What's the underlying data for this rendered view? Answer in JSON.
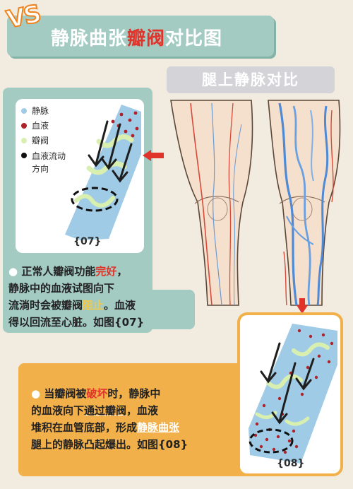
{
  "header": {
    "vs": "VS",
    "title_part1": "静脉曲张",
    "title_highlight": "瓣阀",
    "title_part2": "对比图"
  },
  "legs_label": "腿上静脉对比",
  "legend": {
    "items": [
      {
        "label": "静脉",
        "color": "#9fcbe6"
      },
      {
        "label": "血液",
        "color": "#b0222a"
      },
      {
        "label": "瓣阀",
        "color": "#d8efb0"
      },
      {
        "label": "血液流动方向",
        "color": "#111111"
      }
    ]
  },
  "figure_labels": {
    "fig07": "{07}",
    "fig08": "{08}"
  },
  "note_07": {
    "bullet": "●",
    "l1_a": "正常人瓣阀功能",
    "l1_hl": "完好",
    "l1_b": "，",
    "l2": "静脉中的血液试图向下",
    "l3_a": "流淌时会被瓣阀",
    "l3_hl": "阻止",
    "l3_b": "。血液",
    "l4": "得以回流至心脏。如图{07}"
  },
  "note_08": {
    "bullet": "●",
    "l1_a": "当瓣阀被",
    "l1_hl": "破坏",
    "l1_b": "时，静脉中",
    "l2_a": "的血液向下",
    "l2_ul": "通过瓣阀",
    "l2_b": "，血液",
    "l3_a": "堆积在血管底部，形成",
    "l3_hl": "静脉曲张",
    "l4": "腿上的静脉凸起爆出。如图{08}"
  },
  "colors": {
    "teal_panel": "#a3cbc2",
    "orange_panel": "#f2b04a",
    "background": "#f1ecdf",
    "highlight_red": "#e0342b",
    "vein_blue": "#9fcbe6",
    "blood_red": "#b0222a",
    "valve_green": "#d8efb0"
  }
}
